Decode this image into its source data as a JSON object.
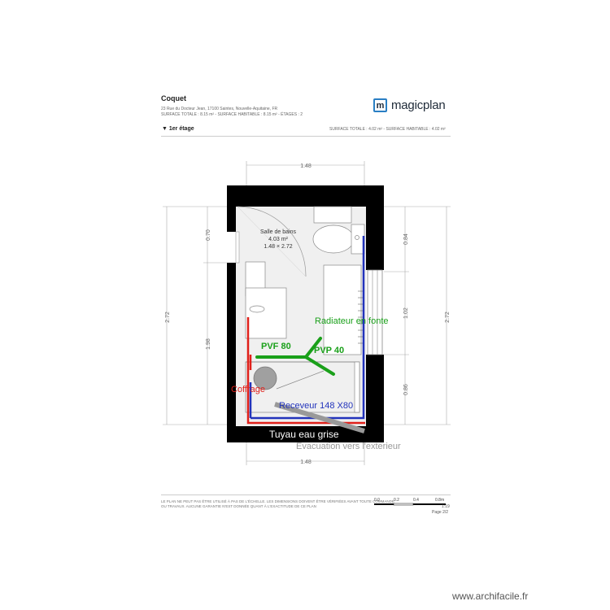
{
  "header": {
    "title": "Coquet",
    "address": "23 Rue du Docteur Jean, 17100 Saintes, Nouvelle-Aquitaine, FR",
    "surface_totals": "SURFACE TOTALE : 8.15 m² - SURFACE HABITABLE : 8.15 m² - ÉTAGES : 2",
    "brand": "magicplan",
    "brand_icon": "m",
    "floor_label": "▼ 1er étage",
    "floor_surface": "SURFACE TOTALE : 4.02 m² - SURFACE HABITABLE : 4.02 m²"
  },
  "room": {
    "name": "Salle de bains",
    "area": "4.03 m²",
    "size": "1.48 × 2.72"
  },
  "dimensions": {
    "top": "1.48",
    "bottom": "1.48",
    "left_total": "2.72",
    "left_top": "0.70",
    "left_bottom": "1.98",
    "right_total": "2.72",
    "right_top": "0.84",
    "right_mid": "1.02",
    "right_bottom": "0.86"
  },
  "annotations": {
    "radiator": "Radiateur en fonte",
    "pvf": "PVF 80",
    "pvp": "PVP 40",
    "coffrage": "Coffrage",
    "receveur": "Receveur 148 X80",
    "grey_water": "Tuyau eau grise",
    "evacuation": "Evacuation vers l'exterieur"
  },
  "colors": {
    "wall": "#000000",
    "green": "#1aa01a",
    "red": "#e0201a",
    "blue": "#2233bb",
    "grey_pipe": "#999999"
  },
  "footer": {
    "disclaimer_1": "LE PLAN NE PEUT PAS ÊTRE UTILISÉ À PAS DE L'ÉCHELLE. LES DIMENSIONS DOIVENT ÊTRE VÉRIFIÉES AVANT TOUTE COMMANDE",
    "disclaimer_2": "OU TRAVAUX. AUCUNE GARANTIE N'EST DONNÉE QUANT À L'EXACTITUDE DE CE PLAN",
    "scale_labels": [
      "0.0",
      "0.2",
      "0.4",
      "0.8m"
    ],
    "scale_ratio": "1:19",
    "page": "Page 2/2"
  },
  "watermark": "www.archifacile.fr"
}
